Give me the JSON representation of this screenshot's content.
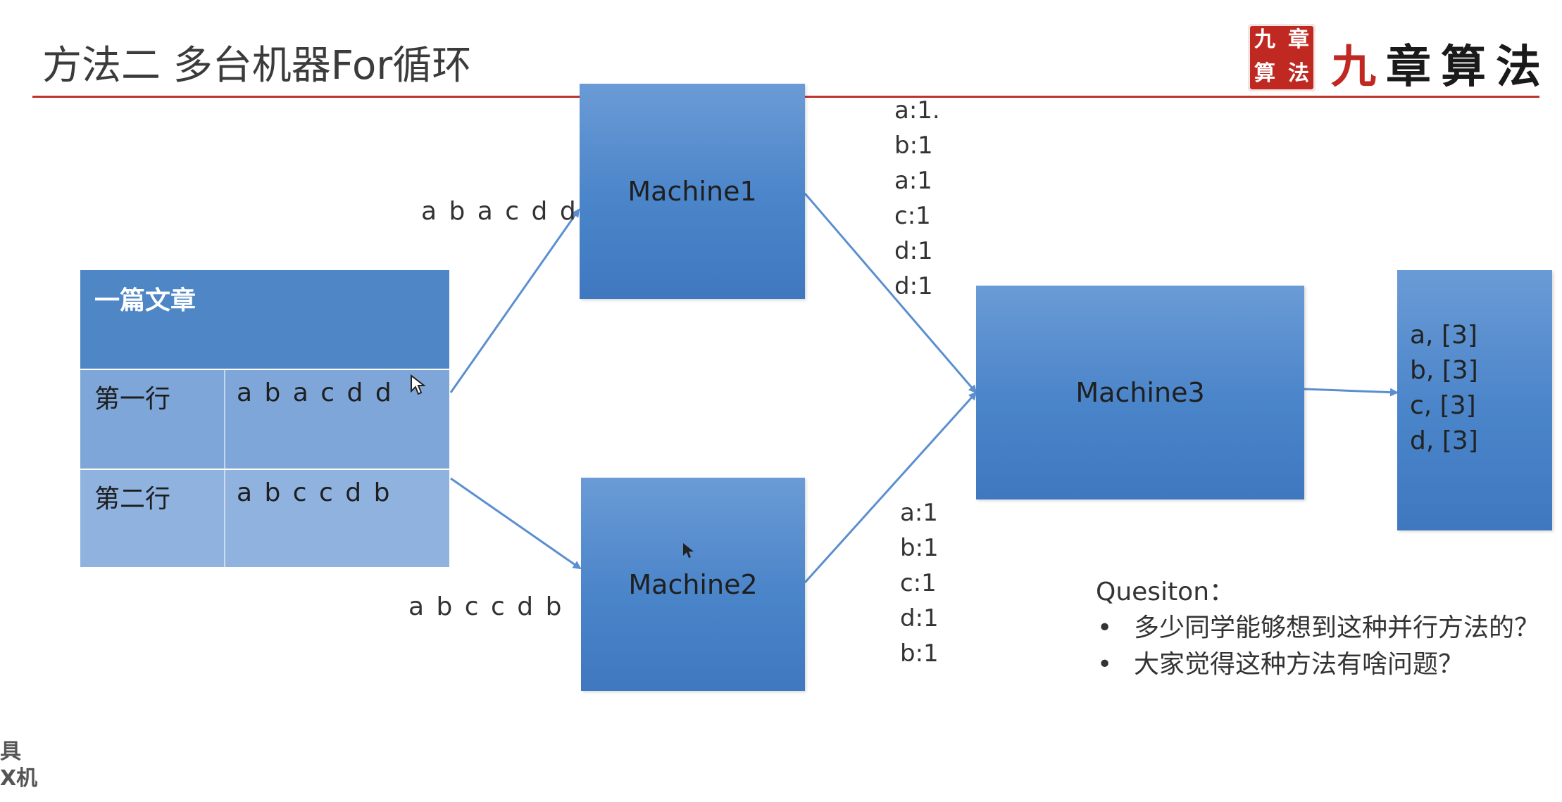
{
  "title": "方法二 多台机器For循环",
  "logo": {
    "seal": [
      "九",
      "章",
      "算",
      "法"
    ],
    "text_red": "九",
    "text_rest": "章算法"
  },
  "table": {
    "header": "一篇文章",
    "rows": [
      {
        "label": "第一行",
        "value": "a b a c d d"
      },
      {
        "label": "第二行",
        "value": "a b c c d b"
      }
    ]
  },
  "edges": {
    "to_m1": "a b a c d d",
    "to_m2": "a b c c d b"
  },
  "machines": {
    "m1": "Machine1",
    "m2": "Machine2",
    "m3": "Machine3"
  },
  "m1_output": [
    "a:1.",
    "b:1",
    "a:1",
    "c:1",
    "d:1",
    "d:1"
  ],
  "m2_output": [
    "a:1",
    "b:1",
    "c:1",
    "d:1",
    "b:1"
  ],
  "result": [
    "a, [3]",
    "b, [3]",
    "c, [3]",
    "d, [3]"
  ],
  "question": {
    "title": "Quesiton：",
    "items": [
      "多少同学能够想到这种并行方法的？",
      "大家觉得这种方法有啥问题？"
    ]
  },
  "watermark": [
    "具",
    "X机"
  ],
  "colors": {
    "box": "#4a84c9",
    "arrow": "#5b8fd0",
    "rule": "#c0322e",
    "seal": "#c02922"
  }
}
